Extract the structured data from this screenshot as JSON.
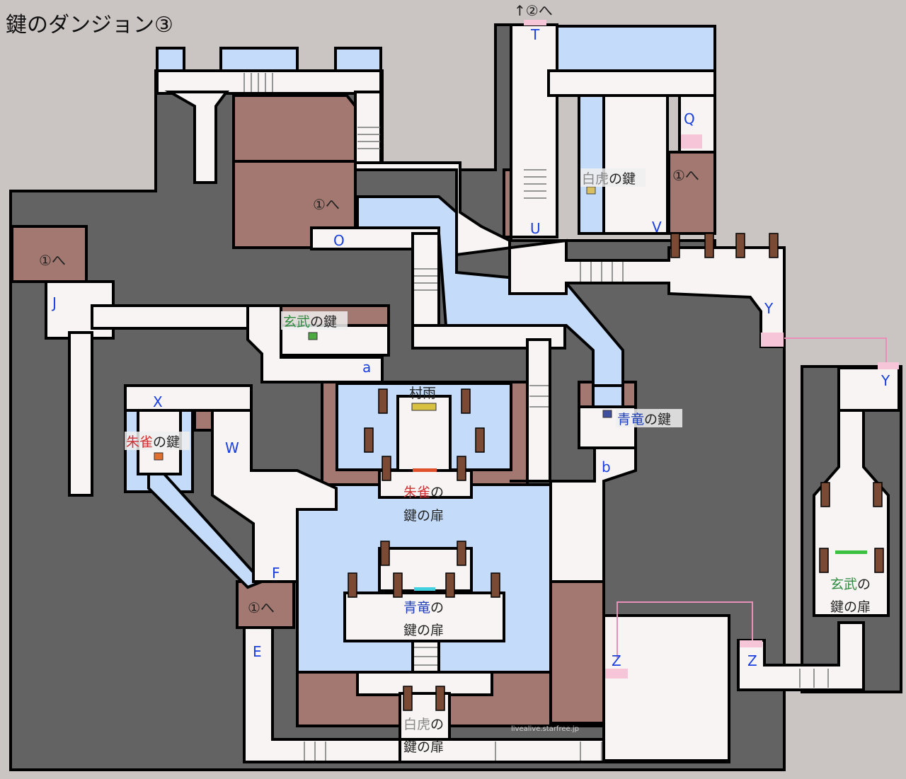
{
  "title": "鍵のダンジョン③",
  "colors": {
    "background": "#cac4c2",
    "rock": "#636363",
    "floor": "#f8f4f4",
    "water": "#c4dcfa",
    "raised": "#a27870",
    "marker": "#1a3fe0",
    "link_line": "#e890b8"
  },
  "markers": {
    "T": "T",
    "Q": "Q",
    "U": "U",
    "V": "V",
    "Y1": "Y",
    "Y2": "Y",
    "Z1": "Z",
    "Z2": "Z",
    "O": "O",
    "J": "J",
    "a": "a",
    "b": "b",
    "X": "X",
    "W": "W",
    "F": "F",
    "E": "E"
  },
  "exits": {
    "to2": "↑②へ",
    "to1_q": "①へ",
    "to1_o": "①へ",
    "to1_j": "①へ",
    "to1_f": "①へ"
  },
  "keys": {
    "byakko": {
      "name": "白虎",
      "suffix": "の鍵",
      "color": "#888888"
    },
    "genbu": {
      "name": "玄武",
      "suffix": "の鍵",
      "color": "#2e8b3e"
    },
    "seiryu": {
      "name": "青竜",
      "suffix": "の鍵",
      "color": "#1f3fb8"
    },
    "suzaku": {
      "name": "朱雀",
      "suffix": "の鍵",
      "color": "#d03030"
    },
    "murasame": "村雨"
  },
  "doors": {
    "suzaku": {
      "name": "朱雀",
      "line1_suffix": "の",
      "line2": "鍵の扉"
    },
    "seiryu": {
      "name": "青竜",
      "line1_suffix": "の",
      "line2": "鍵の扉"
    },
    "byakko": {
      "name": "白虎",
      "line1_suffix": "の",
      "line2": "鍵の扉"
    },
    "genbu": {
      "name": "玄武",
      "line1_suffix": "の",
      "line2": "鍵の扉"
    }
  },
  "watermark": "livealive.starfree.jp"
}
